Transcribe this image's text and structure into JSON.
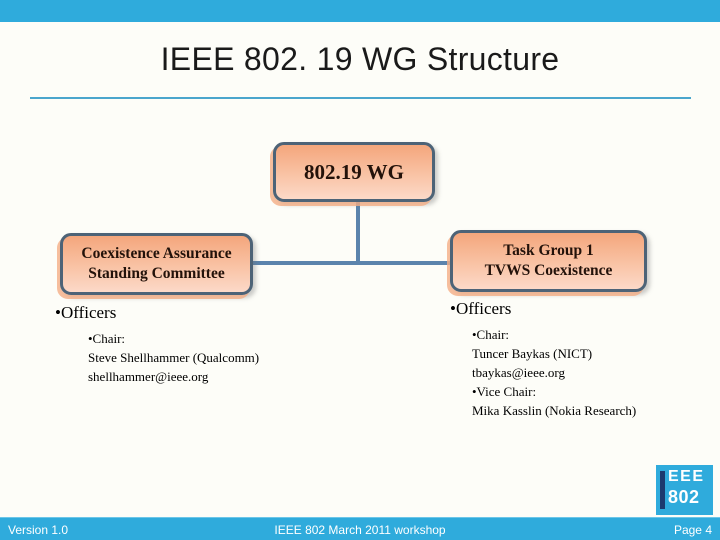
{
  "slide": {
    "title": "IEEE 802. 19 WG Structure"
  },
  "org_chart": {
    "root": {
      "label": "802.19 WG"
    },
    "left": {
      "line1": "Coexistence Assurance",
      "line2": "Standing Committee"
    },
    "right": {
      "line1": "Task Group 1",
      "line2": "TVWS Coexistence"
    }
  },
  "left_officers": {
    "heading": "•Officers",
    "lines": [
      "•Chair:",
      "Steve Shellhammer (Qualcomm)",
      "shellhammer@ieee.org"
    ]
  },
  "right_officers": {
    "heading": "•Officers",
    "lines": [
      "•Chair:",
      "Tuncer Baykas (NICT)",
      "tbaykas@ieee.org",
      "•Vice Chair:",
      "Mika Kasslin (Nokia Research)"
    ]
  },
  "logo": {
    "line1": "EEE",
    "line2": "802"
  },
  "footer": {
    "version": "Version 1.0",
    "workshop": "IEEE 802 March 2011 workshop",
    "page": "Page 4"
  },
  "colors": {
    "accent_cyan": "#2fabdc",
    "connector_blue": "#5b84ad",
    "box_border": "#4d6377",
    "box_fill_top": "#f4a67c",
    "box_fill_bottom": "#fcd9c8",
    "logo_navy": "#1c3a6e"
  }
}
